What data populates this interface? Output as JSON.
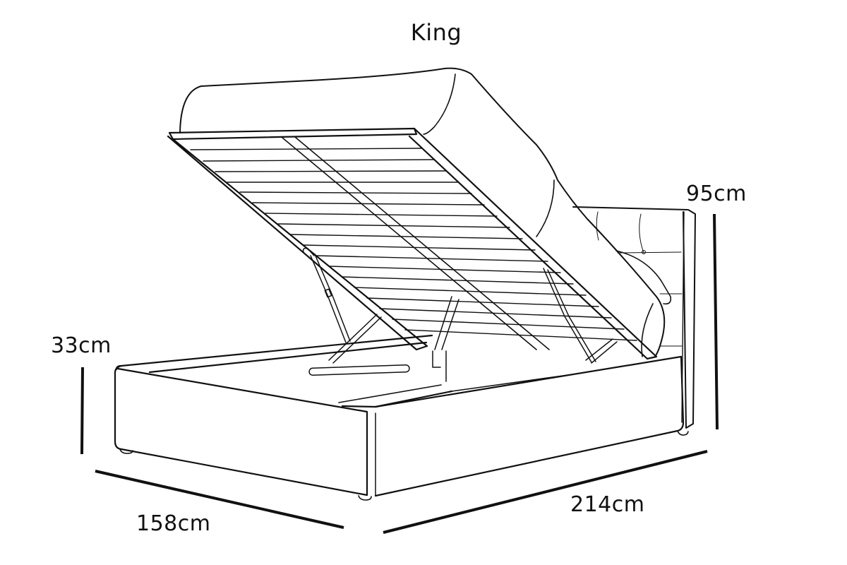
{
  "diagram": {
    "title": "King",
    "subject": "Ottoman storage bed with lift-up slatted base",
    "dimensions": {
      "headboard_height": "95cm",
      "base_height": "33cm",
      "width": "158cm",
      "length": "214cm"
    },
    "colors": {
      "line": "#111111",
      "background": "#ffffff"
    }
  }
}
